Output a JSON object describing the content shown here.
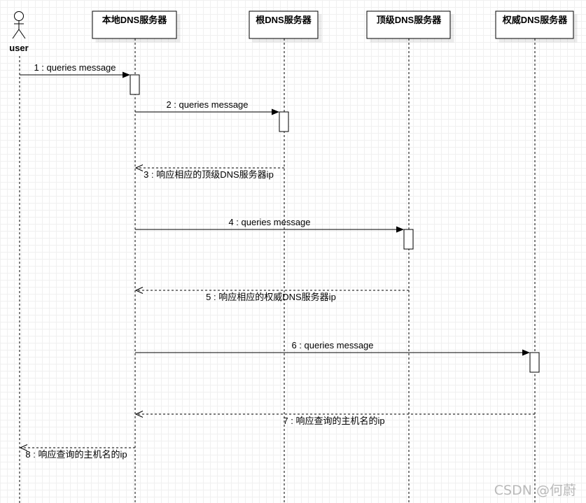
{
  "actor": {
    "label": "user"
  },
  "participants": [
    {
      "id": "local",
      "label": "本地DNS服务器"
    },
    {
      "id": "root",
      "label": "根DNS服务器"
    },
    {
      "id": "tld",
      "label": "顶级DNS服务器"
    },
    {
      "id": "auth",
      "label": "权威DNS服务器"
    }
  ],
  "messages": [
    {
      "from": "user",
      "to": "local",
      "type": "sync",
      "label": "1 : queries message"
    },
    {
      "from": "local",
      "to": "root",
      "type": "sync",
      "label": "2 : queries message"
    },
    {
      "from": "root",
      "to": "local",
      "type": "reply",
      "label": "3 : 响应相应的顶级DNS服务器ip"
    },
    {
      "from": "local",
      "to": "tld",
      "type": "sync",
      "label": "4 : queries message"
    },
    {
      "from": "tld",
      "to": "local",
      "type": "reply",
      "label": "5 : 响应相应的权威DNS服务器ip"
    },
    {
      "from": "local",
      "to": "auth",
      "type": "sync",
      "label": "6 : queries message"
    },
    {
      "from": "auth",
      "to": "local",
      "type": "reply",
      "label": "7 : 响应查询的主机名的ip"
    },
    {
      "from": "local",
      "to": "user",
      "type": "reply",
      "label": "8 : 响应查询的主机名的ip"
    }
  ],
  "watermark": "CSDN @何蔚"
}
